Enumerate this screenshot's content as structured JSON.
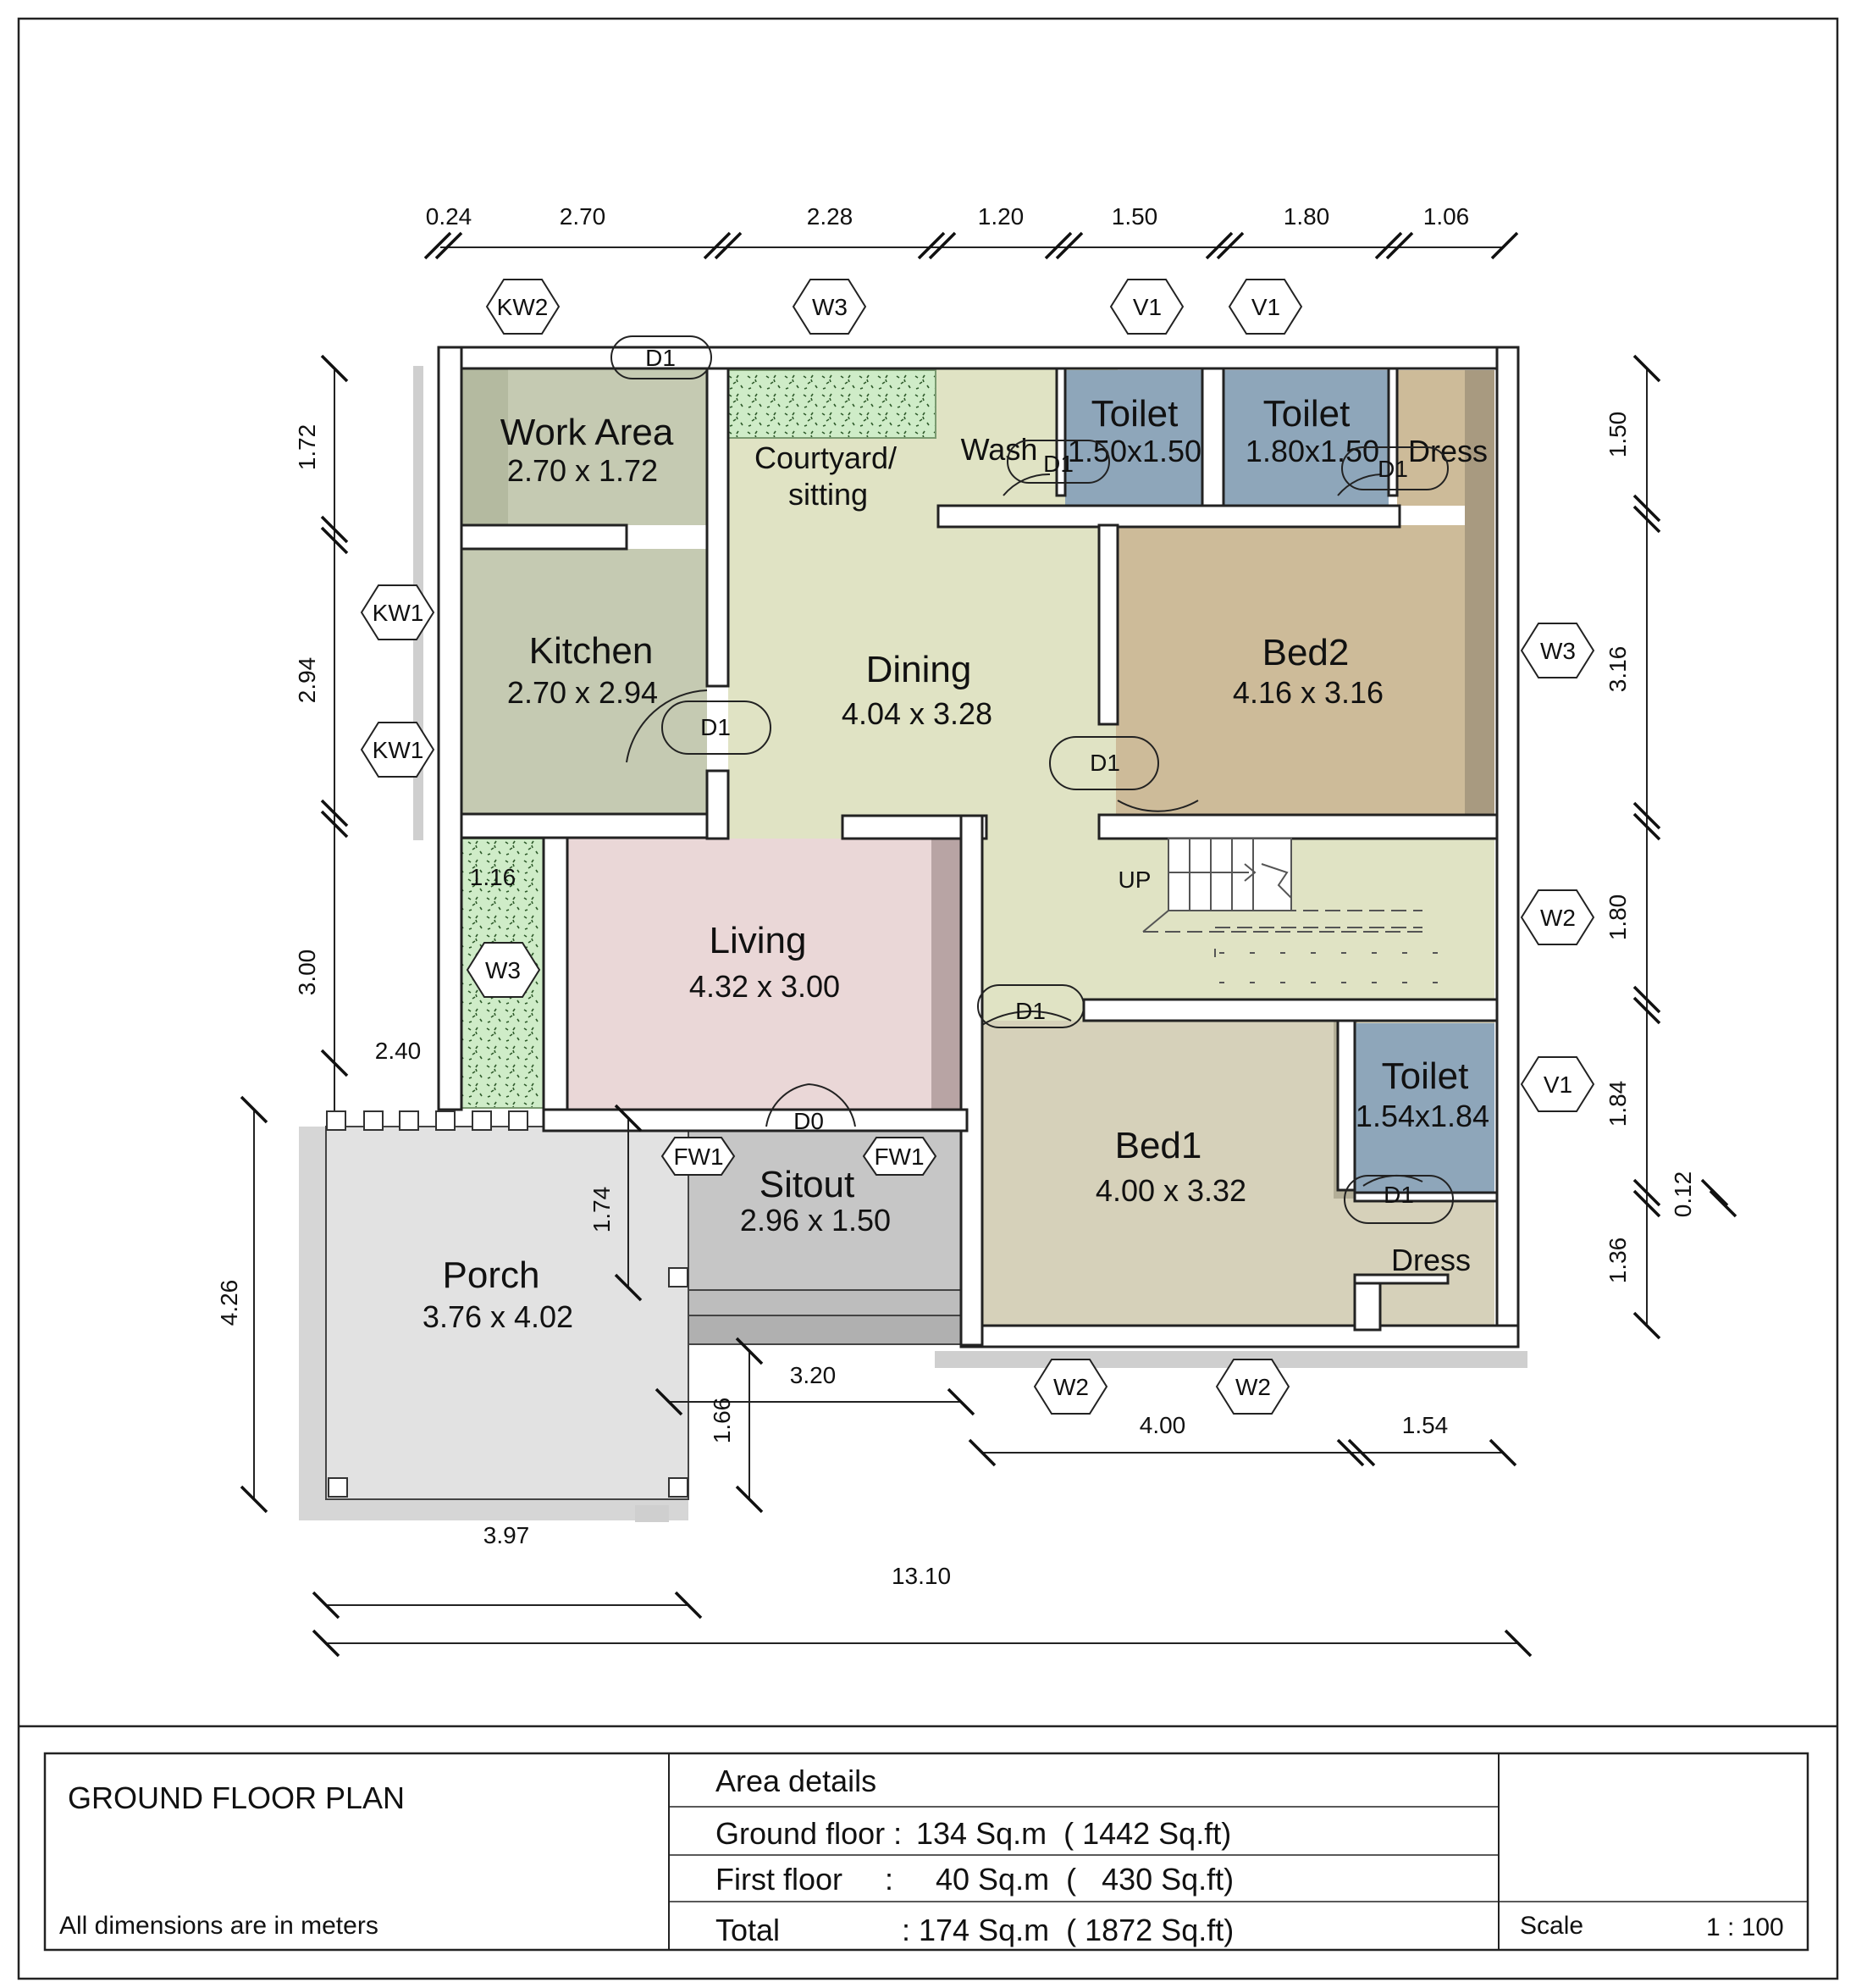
{
  "rooms": {
    "work_area": {
      "name": "Work Area",
      "size": "2.70 x 1.72"
    },
    "kitchen": {
      "name": "Kitchen",
      "size": "2.70 x 2.94"
    },
    "courtyard": {
      "name_line1": "Courtyard/",
      "name_line2": "sitting"
    },
    "wash": {
      "name": "Wash"
    },
    "toilet_1": {
      "name": "Toilet",
      "size": "1.50x1.50"
    },
    "toilet_2": {
      "name": "Toilet",
      "size": "1.80x1.50"
    },
    "dress_1": {
      "name": "Dress"
    },
    "dining": {
      "name": "Dining",
      "size": "4.04 x 3.28"
    },
    "bed2": {
      "name": "Bed2",
      "size": "4.16 x 3.16"
    },
    "living": {
      "name": "Living",
      "size": "4.32 x 3.00"
    },
    "stair": {
      "label": "UP"
    },
    "toilet_3": {
      "name": "Toilet",
      "size": "1.54x1.84"
    },
    "dress_2": {
      "name": "Dress"
    },
    "bed1": {
      "name": "Bed1",
      "size": "4.00 x 3.32"
    },
    "sitout": {
      "name": "Sitout",
      "size": "2.96 x 1.50"
    },
    "porch": {
      "name": "Porch",
      "size": "3.76 x 4.02"
    }
  },
  "door_tags": {
    "d1": "D1",
    "d0": "D0"
  },
  "window_tags": {
    "kw2": "KW2",
    "w3": "W3",
    "v1": "V1",
    "kw1": "KW1",
    "w2": "W2",
    "fw1": "FW1"
  },
  "dimensions": {
    "top": [
      "0.24",
      "2.70",
      "2.28",
      "1.20",
      "1.50",
      "1.80",
      "1.06"
    ],
    "left": [
      "1.72",
      "2.94",
      "3.00"
    ],
    "right": [
      "1.50",
      "3.16",
      "1.80",
      "1.84",
      "0.12",
      "1.36"
    ],
    "misc": {
      "d116": "1.16",
      "d240": "2.40",
      "d174": "1.74",
      "d426": "4.26",
      "d320": "3.20",
      "d166": "1.66",
      "d397": "3.97",
      "d1310": "13.10",
      "d400": "4.00",
      "d154": "1.54"
    }
  },
  "title_block": {
    "title": "GROUND FLOOR PLAN",
    "note": "All dimensions are in meters",
    "area_heading": "Area details",
    "rows": [
      {
        "label": "Ground floor :",
        "value": "134 Sq.m  ( 1442 Sq.ft)"
      },
      {
        "label": "First floor     :",
        "value": "40 Sq.m  (   430 Sq.ft)"
      },
      {
        "label": "Total",
        "value": ": 174 Sq.m  ( 1872 Sq.ft)"
      }
    ],
    "scale_label": "Scale",
    "scale_value": "1 : 100"
  },
  "colors": {
    "kitchen": "#c5cab2",
    "dining": "#e0e3c4",
    "bed2": "#cdbb99",
    "bed1": "#d6d1ba",
    "living": "#ead7d7",
    "toilet": "#8ea6ba",
    "sitout": "#c6c6c6",
    "porch": "#e2e2e2",
    "garden": "#cfecc8"
  }
}
